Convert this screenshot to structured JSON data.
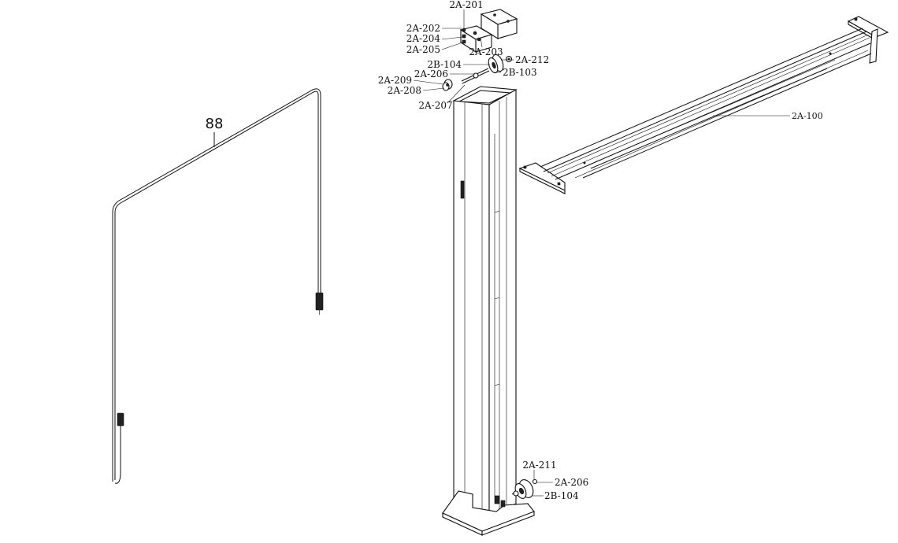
{
  "labels": {
    "p88": "88",
    "p201": "2A-201",
    "p202": "2A-202",
    "p204": "2A-204",
    "p205": "2A-205",
    "p203": "2A-203",
    "p212": "2A-212",
    "p104a": "2B-104",
    "p103": "2B-103",
    "p206a": "2A-206",
    "p209": "2A-209",
    "p208": "2A-208",
    "p207": "2A-207",
    "p100": "2A-100",
    "p211": "2A-211",
    "p206b": "2A-206",
    "p104b": "2B-104"
  }
}
